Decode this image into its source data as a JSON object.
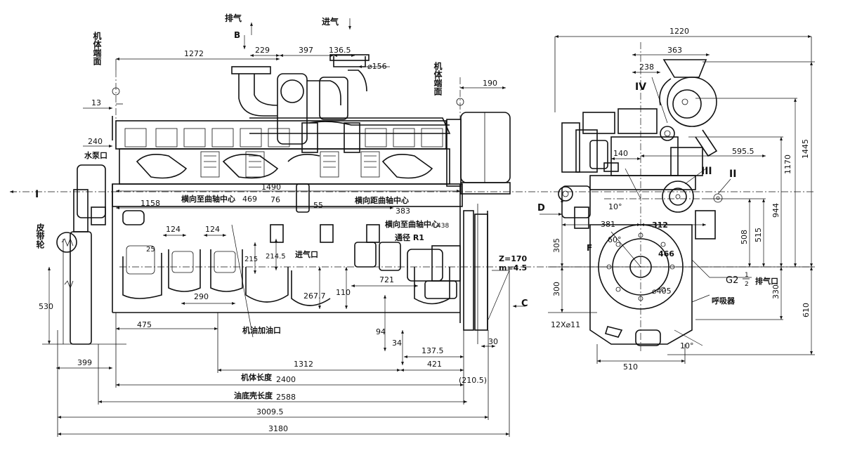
{
  "front_view": {
    "labels": {
      "exhaust": "排气",
      "intake": "进气",
      "view_b": "B",
      "body_end_face": "机体端面",
      "water_pump_inlet": "水泵口",
      "pulley": "皮带轮",
      "lateral_to_crank_center_469": "横向至曲轴中心",
      "lateral_distance_crank_center_383": "横向距曲轴中心",
      "lateral_to_crank_center_438": "横向至曲轴中心",
      "bore_r1": "通径 R1",
      "intake_port": "进气口",
      "oil_filler": "机油加油口",
      "body_length": "机体长度",
      "oil_pan_length": "油底壳长度",
      "gear_z": "Z=170",
      "gear_m": "m=4.5",
      "section_i": "I",
      "view_c": "C"
    },
    "dims": {
      "d1272": "1272",
      "d229": "229",
      "d397": "397",
      "d136_5": "136.5",
      "dia156": "⌀156",
      "d190": "190",
      "d13": "13",
      "d240": "240",
      "d1490": "1490",
      "d469": "469",
      "d76": "76",
      "d1158": "1158",
      "d55": "55",
      "d383": "383",
      "d438": "438",
      "d124a": "124",
      "d124b": "124",
      "d25": "25",
      "d215": "215",
      "d214_5": "214.5",
      "d290": "290",
      "d721": "721",
      "d267_7": "267.7",
      "d110": "110",
      "d530": "530",
      "d475": "475",
      "d94": "94",
      "d34": "34",
      "d137_5": "137.5",
      "d30": "30",
      "d399": "399",
      "d1312": "1312",
      "d421": "421",
      "d2400": "2400",
      "d210_5": "(210.5)",
      "d2588": "2588",
      "d3009_5": "3009.5",
      "d3180": "3180"
    }
  },
  "side_view": {
    "labels": {
      "view_d": "D",
      "view_f": "F",
      "roman_iv": "IV",
      "roman_iii": "III",
      "roman_ii": "II",
      "g2": "G2",
      "g2_fraction_num": "1",
      "g2_fraction_den": "2",
      "exhaust_port": "排气口",
      "breather": "呼吸器",
      "bolts": "12X⌀11"
    },
    "dims": {
      "d1220": "1220",
      "d363": "363",
      "d238": "238",
      "d595_5": "595.5",
      "d140": "140",
      "d1170": "1170",
      "d1445": "1445",
      "a10_top": "10°",
      "d381": "381",
      "d312": "312",
      "d944": "944",
      "d515": "515",
      "d508": "508",
      "d305": "305",
      "a60": "60°",
      "d466": "466",
      "d300": "300",
      "dia405": "⌀405",
      "d330": "330",
      "d610": "610",
      "d510": "510",
      "a10_bottom": "10°"
    }
  }
}
